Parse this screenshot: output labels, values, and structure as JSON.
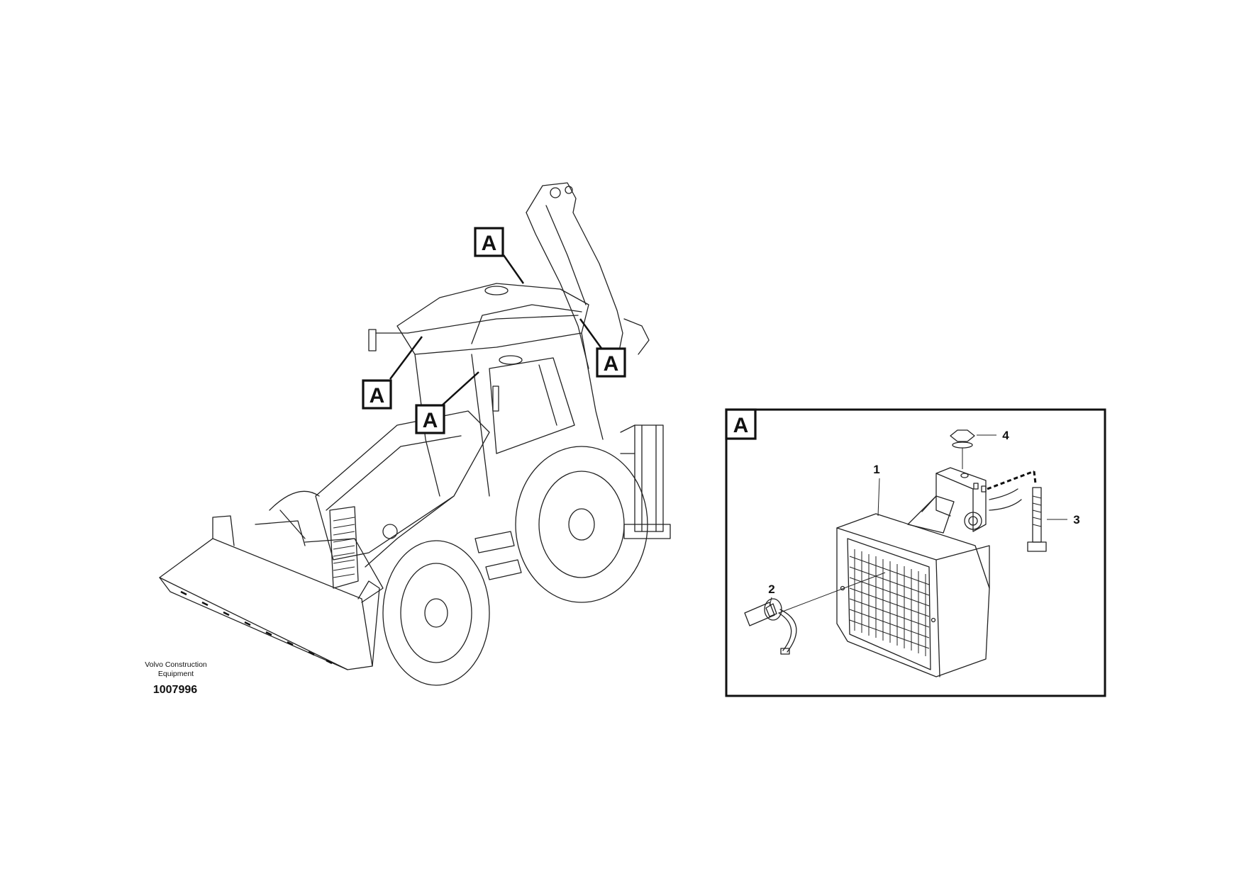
{
  "callout_letter": "A",
  "detail": {
    "label": "A",
    "items": [
      {
        "number": "1"
      },
      {
        "number": "2"
      },
      {
        "number": "3"
      },
      {
        "number": "4"
      }
    ]
  },
  "footer": {
    "brand_line1": "Volvo Construction",
    "brand_line2": "Equipment",
    "drawing_number": "1007996"
  }
}
